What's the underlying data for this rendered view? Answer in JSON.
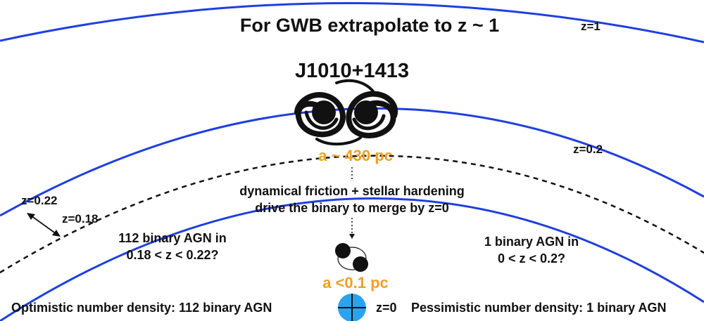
{
  "labels": {
    "title": "For GWB extrapolate to z ~ 1",
    "z1": "z=1",
    "object_name": "J1010+1413",
    "z02": "z=0.2",
    "separation_now": "a ~ 430 pc",
    "mechanism_line1": "dynamical friction + stellar hardening",
    "mechanism_line2": "drive the binary to merge by z=0",
    "z022": "z=0.22",
    "z018": "z=0.18",
    "left_count_line1": "112 binary AGN in",
    "left_count_line2": "0.18 < z < 0.22?",
    "right_count_line1": "1 binary AGN in",
    "right_count_line2": "0 < z < 0.2?",
    "separation_final": "a <0.1 pc",
    "optimistic": "Optimistic number density: 112 binary AGN",
    "z0": "z=0",
    "pessimistic": "Pessimistic number density: 1 binary AGN"
  },
  "colors": {
    "shell_line": "#1f3fe0",
    "dashed_line": "#111111",
    "highlight_text": "#f0a020",
    "observer_fill": "#2aa3ef",
    "text": "#111111"
  },
  "icons": {
    "merging_galaxies": "spiral-galaxy-pair-icon",
    "black_hole_binary": "black-hole-binary-icon",
    "observer": "earth-crosshair-icon"
  }
}
